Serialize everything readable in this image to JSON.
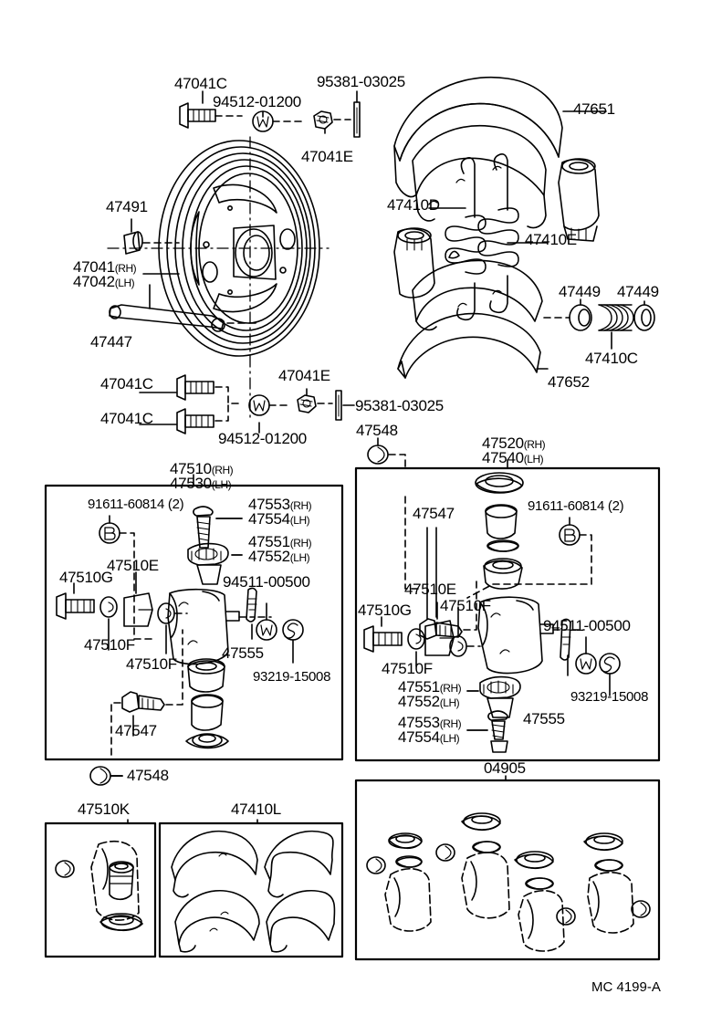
{
  "sheet": {
    "footer_code": "MC 4199-A",
    "background": "#ffffff",
    "line_color": "#000000"
  },
  "labels": {
    "top_assembly": [
      {
        "key": "bolt_top_left",
        "text": "47041C",
        "suffix": ""
      },
      {
        "key": "washer_top",
        "text": "94512-01200",
        "suffix": ""
      },
      {
        "key": "pin_top",
        "text": "95381-03025",
        "suffix": ""
      },
      {
        "key": "nut_top",
        "text": "47041E",
        "suffix": ""
      },
      {
        "key": "shoe_upper",
        "text": "47651",
        "suffix": ""
      },
      {
        "key": "spring_d",
        "text": "47410D",
        "suffix": ""
      },
      {
        "key": "spring_e",
        "text": "47410E",
        "suffix": ""
      },
      {
        "key": "plug_left",
        "text": "47491",
        "suffix": ""
      },
      {
        "key": "backing_plate_rh",
        "text": "47041",
        "suffix": "(RH)"
      },
      {
        "key": "backing_plate_lh",
        "text": "47042",
        "suffix": "(LH)"
      },
      {
        "key": "pin_47447",
        "text": "47447",
        "suffix": ""
      },
      {
        "key": "bolt_mid_left",
        "text": "47041C",
        "suffix": ""
      },
      {
        "key": "bolt_low_left",
        "text": "47041C",
        "suffix": ""
      },
      {
        "key": "nut_mid",
        "text": "47041E",
        "suffix": ""
      },
      {
        "key": "washer_mid",
        "text": "94512-01200",
        "suffix": ""
      },
      {
        "key": "pin_mid",
        "text": "95381-03025",
        "suffix": ""
      },
      {
        "key": "washer_47449_a",
        "text": "47449",
        "suffix": ""
      },
      {
        "key": "washer_47449_b",
        "text": "47449",
        "suffix": ""
      },
      {
        "key": "spring_47410c",
        "text": "47410C",
        "suffix": ""
      },
      {
        "key": "shoe_lower",
        "text": "47652",
        "suffix": ""
      }
    ],
    "left_box": {
      "title_rh": "47510",
      "title_rh_sfx": "(RH)",
      "title_lh": "47530",
      "title_lh_sfx": "(LH)",
      "items": [
        {
          "key": "clip_91611",
          "text": "91611-60814 (2)",
          "suffix": ""
        },
        {
          "key": "screw_rh",
          "text": "47553",
          "suffix": "(RH)"
        },
        {
          "key": "screw_lh",
          "text": "47554",
          "suffix": "(LH)"
        },
        {
          "key": "adj_rh",
          "text": "47551",
          "suffix": "(RH)"
        },
        {
          "key": "adj_lh",
          "text": "47552",
          "suffix": "(LH)"
        },
        {
          "key": "cup_47510e",
          "text": "47510E",
          "suffix": ""
        },
        {
          "key": "bolt_47510g",
          "text": "47510G",
          "suffix": ""
        },
        {
          "key": "ring_47510f_a",
          "text": "47510F",
          "suffix": ""
        },
        {
          "key": "ring_47510f_b",
          "text": "47510F",
          "suffix": ""
        },
        {
          "key": "bolt_94511",
          "text": "94511-00500",
          "suffix": ""
        },
        {
          "key": "bleeder_47555",
          "text": "47555",
          "suffix": ""
        },
        {
          "key": "scr_93219",
          "text": "93219-15008",
          "suffix": ""
        },
        {
          "key": "bleeder_47547",
          "text": "47547",
          "suffix": ""
        },
        {
          "key": "cap_47548",
          "text": "47548",
          "suffix": ""
        }
      ]
    },
    "right_box": {
      "title_rh": "47520",
      "title_rh_sfx": "(RH)",
      "title_lh": "47540",
      "title_lh_sfx": "(LH)",
      "items": [
        {
          "key": "cap_47548_r",
          "text": "47548",
          "suffix": ""
        },
        {
          "key": "bleeder_47547_r",
          "text": "47547",
          "suffix": ""
        },
        {
          "key": "clip_91611_r",
          "text": "91611-60814 (2)",
          "suffix": ""
        },
        {
          "key": "cup_47510e_r",
          "text": "47510E",
          "suffix": ""
        },
        {
          "key": "bolt_47510g_r",
          "text": "47510G",
          "suffix": ""
        },
        {
          "key": "ring_47510f_ra",
          "text": "47510F",
          "suffix": ""
        },
        {
          "key": "ring_47510f_rb",
          "text": "47510F",
          "suffix": ""
        },
        {
          "key": "bolt_94511_r",
          "text": "94511-00500",
          "suffix": ""
        },
        {
          "key": "adj_rh_r",
          "text": "47551",
          "suffix": "(RH)"
        },
        {
          "key": "adj_lh_r",
          "text": "47552",
          "suffix": "(LH)"
        },
        {
          "key": "screw_rh_r",
          "text": "47553",
          "suffix": "(RH)"
        },
        {
          "key": "screw_lh_r",
          "text": "47554",
          "suffix": "(LH)"
        },
        {
          "key": "bleeder_47555_r",
          "text": "47555",
          "suffix": ""
        },
        {
          "key": "scr_93219_r",
          "text": "93219-15008",
          "suffix": ""
        }
      ]
    },
    "bottom_boxes": [
      {
        "key": "kit_47510k",
        "text": "47510K"
      },
      {
        "key": "kit_47410l",
        "text": "47410L"
      },
      {
        "key": "kit_04905",
        "text": "04905"
      }
    ]
  }
}
